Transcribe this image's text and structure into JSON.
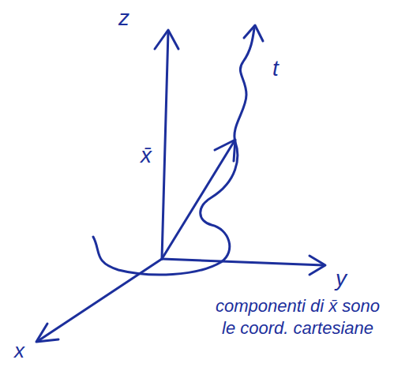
{
  "diagram": {
    "labels": [
      "z",
      "t",
      "x̄",
      "y",
      "x",
      "componenti di x̄ sono le coord. cartesiane"
    ]
  }
}
